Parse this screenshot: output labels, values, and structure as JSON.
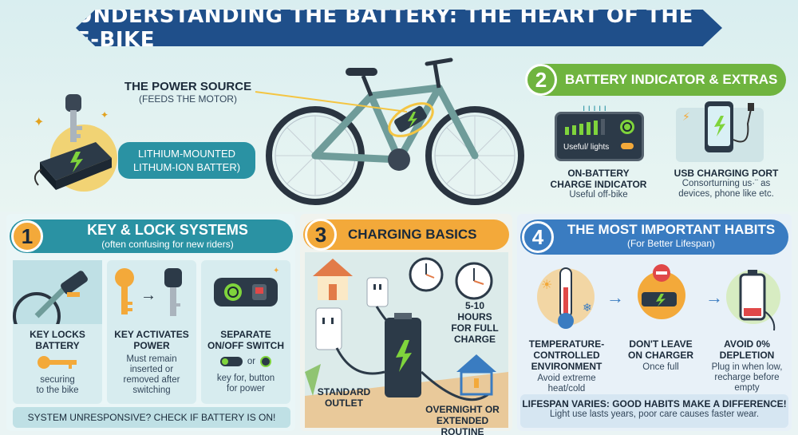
{
  "banner": {
    "title": "UNDERSTANDING THE BATTERY: THE HEART OF THE E-BIKE"
  },
  "hero": {
    "power_title": "THE POWER SOURCE",
    "power_sub": "(FEEDS THE MOTOR)",
    "battery_pill_line1": "LITHIUM-MOUNTED",
    "battery_pill_line2": "LITHUM-ION BATTER)"
  },
  "section2": {
    "number": "2",
    "title": "BATTERY INDICATOR & EXTRAS",
    "indicator_screen_text": "Useful/ lights",
    "indicator_title_line1": "ON-BATTERY",
    "indicator_title_line2": "CHARGE INDICATOR",
    "indicator_sub": "Useful off-bike",
    "usb_title": "USB CHARGING PORT",
    "usb_sub_line1": "Consorturning us·¨ as",
    "usb_sub_line2": "devices, phone like etc."
  },
  "section1": {
    "number": "1",
    "title": "KEY & LOCK SYSTEMS",
    "subtitle": "(often confusing for new riders)",
    "card1_title_line1": "KEY LOCKS",
    "card1_title_line2": "BATTERY",
    "card1_sub_line1": "securing",
    "card1_sub_line2": "to the bike",
    "card2_title_line1": "KEY ACTIVATES",
    "card2_title_line2": "POWER",
    "card2_sub_line1": "Must remain",
    "card2_sub_line2": "inserted or",
    "card2_sub_line3": "removed after",
    "card2_sub_line4": "switching",
    "card3_title_line1": "SEPARATE",
    "card3_title_line2": "ON/OFF SWITCH",
    "card3_or": "or",
    "card3_sub_line1": "key for, button",
    "card3_sub_line2": "for power",
    "footer": "SYSTEM UNRESPONSIVE? CHECK IF BATTERY IS ON!"
  },
  "section3": {
    "number": "3",
    "title": "CHARGING BASICS",
    "time_line1": "5-10",
    "time_line2": "HOURS",
    "time_line3": "FOR FULL",
    "time_line4": "CHARGE",
    "outlet_line1": "STANDARD",
    "outlet_line2": "OUTLET",
    "overnight_line1": "OVERNIGHT OR",
    "overnight_line2": "EXTENDED ROUTINE"
  },
  "section4": {
    "number": "4",
    "title": "THE MOST IMPORTANT HABITS",
    "subtitle": "(For Better Lifespan)",
    "h1_title_line1": "TEMPERATURE-",
    "h1_title_line2": "CONTROLLED",
    "h1_title_line3": "ENVIRONMENT",
    "h1_sub_line1": "Avoid extreme",
    "h1_sub_line2": "heat/cold",
    "h2_title_line1": "DON'T LEAVE",
    "h2_title_line2": "ON CHARGER",
    "h2_sub": "Once full",
    "h3_title_line1": "AVOID 0%",
    "h3_title_line2": "DEPLETION",
    "h3_sub_line1": "Plug in when low,",
    "h3_sub_line2": "recharge before empty",
    "footer_title": "LIFESPAN VARIES: GOOD HABITS MAKE A DIFFERENCE!",
    "footer_sub": "Light use lasts years, poor care causes faster wear."
  },
  "colors": {
    "banner": "#1f4f8a",
    "teal": "#2a92a3",
    "green": "#6fb43f",
    "orange": "#f3a93a",
    "blue": "#3a7cc1"
  },
  "icons": [
    "key-icon",
    "battery-icon",
    "bike-illustration",
    "lightning-icon",
    "power-button-icon",
    "phone-icon",
    "thermometer-icon",
    "clock-icon",
    "house-icon",
    "outlet-icon",
    "no-charger-icon",
    "low-battery-icon",
    "arrow-right-icon"
  ]
}
